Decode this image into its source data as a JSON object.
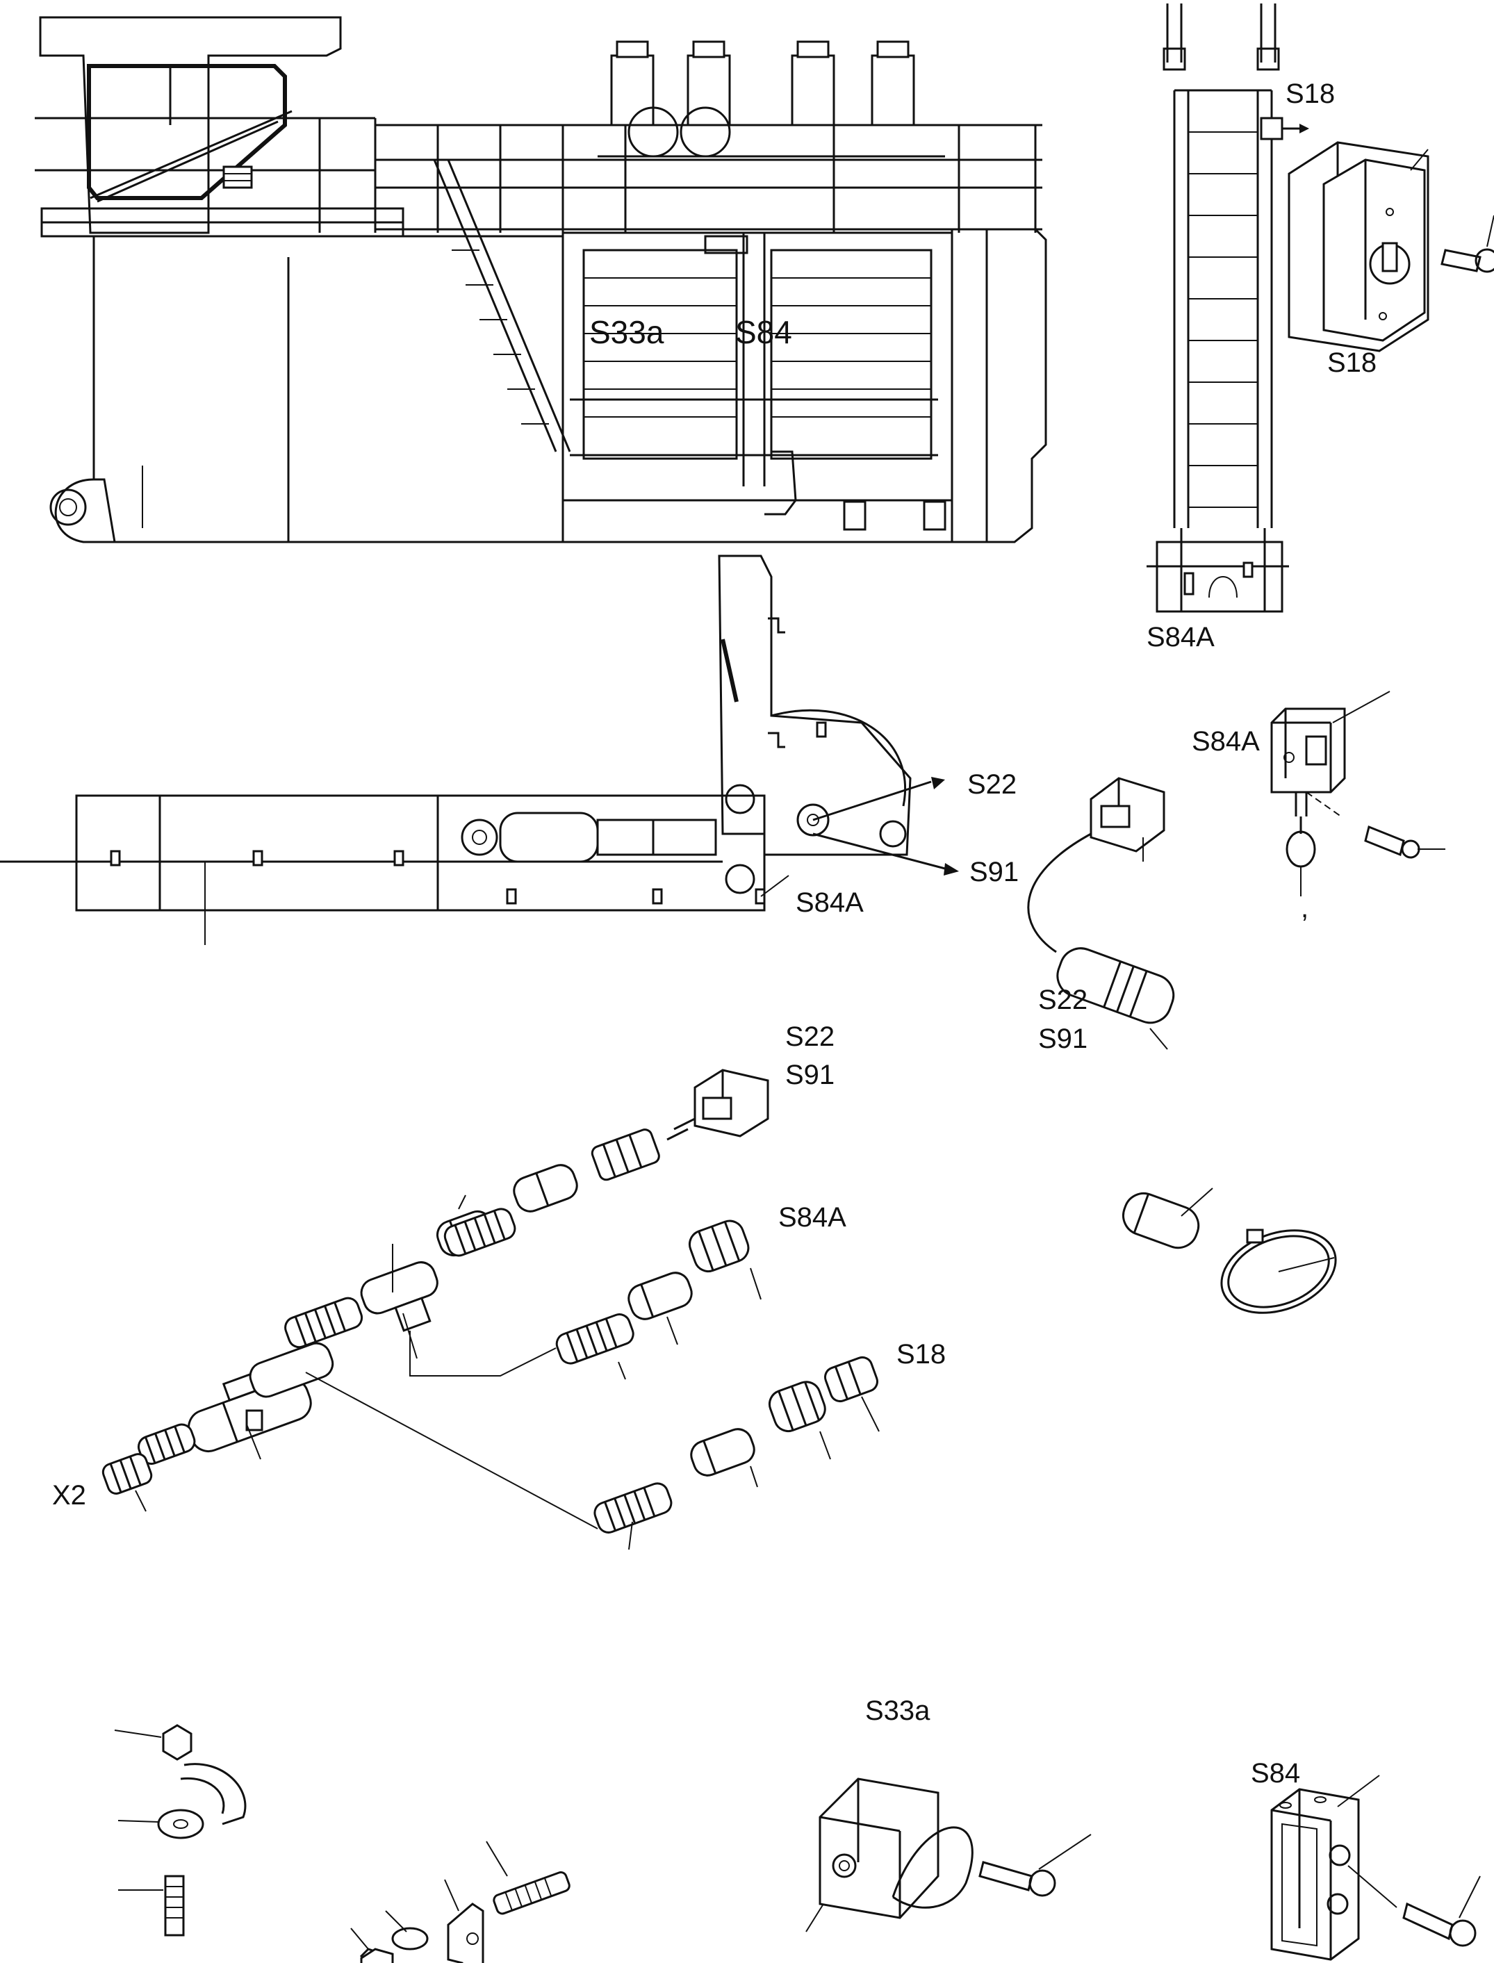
{
  "labels": {
    "s33a_machine": "S33a",
    "s84_machine": "S84",
    "s18_ladder": "S18",
    "s18_switch": "S18",
    "s84a_ladder": "S84A",
    "s84a_switch": "S84A",
    "s22_arm": "S22",
    "s91_arm": "S91",
    "s84a_arm": "S84A",
    "s22_sensor": "S22",
    "s91_sensor": "S91",
    "s22_conn": "S22",
    "s91_conn": "S91",
    "s84a_conn": "S84A",
    "s18_conn": "S18",
    "x2_conn": "X2",
    "s33a_box": "S33a",
    "s84_box": "S84",
    "comma_mark": ","
  },
  "colors": {
    "line": "#111111",
    "background": "#ffffff"
  }
}
